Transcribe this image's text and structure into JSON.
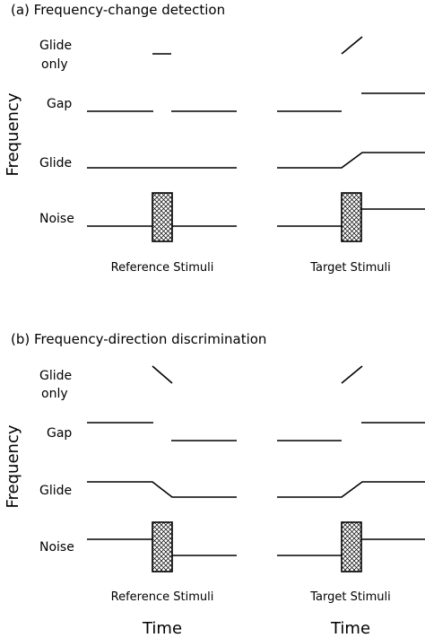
{
  "panels": [
    {
      "title": "(a) Frequency-change detection",
      "rows": {
        "glide_only": [
          "Glide",
          "only"
        ],
        "gap": "Gap",
        "glide": "Glide",
        "noise": "Noise"
      },
      "y_label": "Frequency",
      "stimuli": {
        "reference": "Reference Stimuli",
        "target": "Target Stimuli"
      }
    },
    {
      "title": "(b) Frequency-direction discrimination",
      "rows": {
        "glide_only": [
          "Glide",
          "only"
        ],
        "gap": "Gap",
        "glide": "Glide",
        "noise": "Noise"
      },
      "y_label": "Frequency",
      "stimuli": {
        "reference": "Reference Stimuli",
        "target": "Target Stimuli"
      }
    }
  ],
  "x_label": "Time"
}
